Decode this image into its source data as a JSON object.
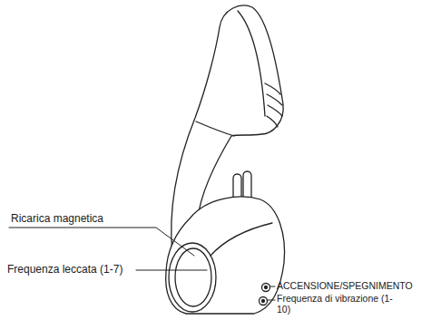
{
  "diagram": {
    "labels": [
      "Ricarica magnetica",
      "Frequenza leccata (1-7)",
      "ACCENSIONE/SPEGNIMENTO",
      "Frequenza di vibrazione (1-10)"
    ]
  }
}
